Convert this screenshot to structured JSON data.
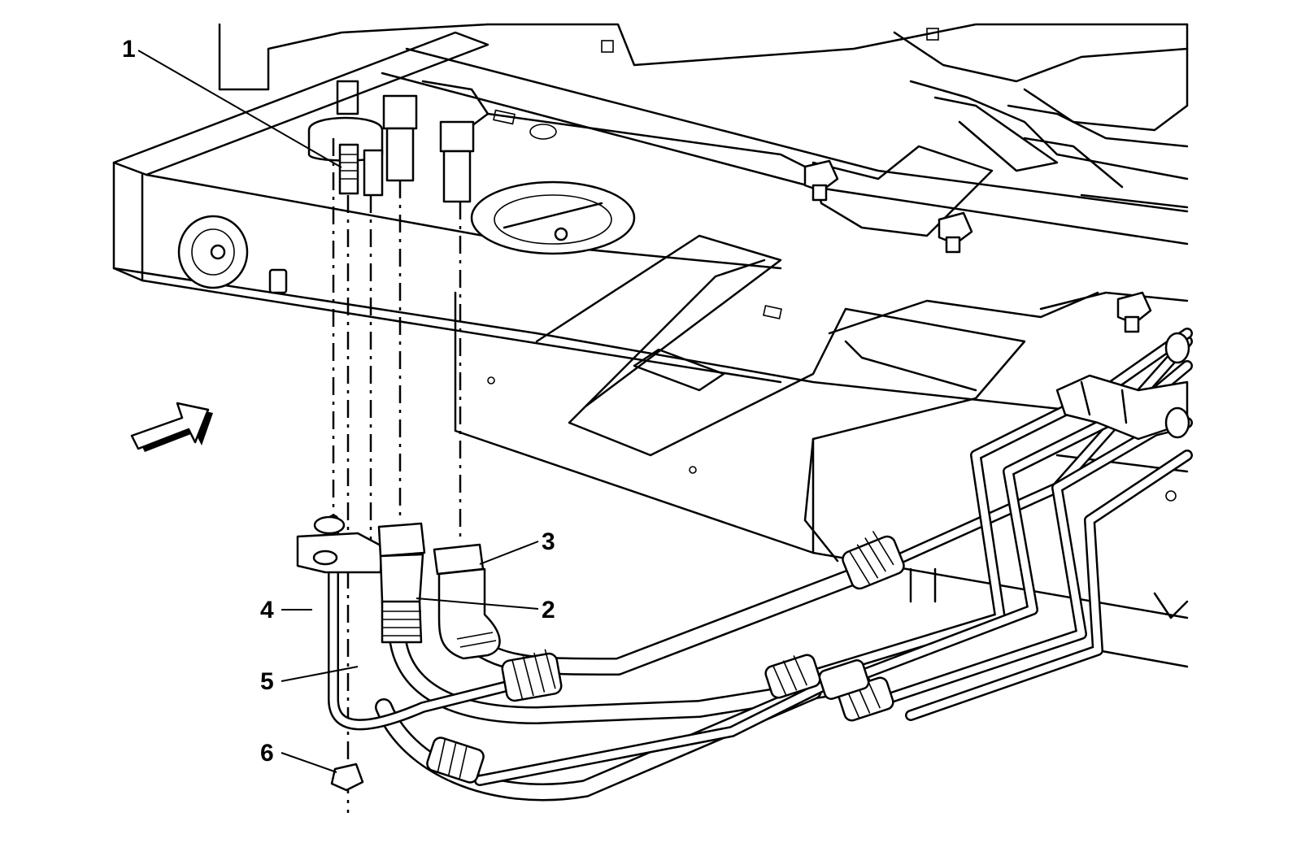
{
  "callouts": {
    "c1": "1",
    "c2": "2",
    "c3": "3",
    "c4": "4",
    "c5": "5",
    "c6": "6"
  },
  "icons": {
    "view_arrow": "arrow-icon"
  },
  "colors": {
    "line": "#000000",
    "background": "#ffffff"
  }
}
